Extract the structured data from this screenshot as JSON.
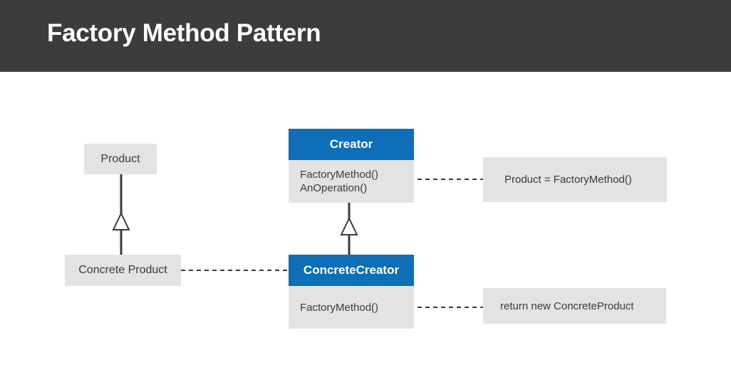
{
  "title": "Factory Method Pattern",
  "product": {
    "label": "Product"
  },
  "concrete_product": {
    "label": "Concrete Product"
  },
  "creator": {
    "name": "Creator",
    "operations": [
      "FactoryMethod()",
      "AnOperation()"
    ]
  },
  "concrete_creator": {
    "name": "ConcreteCreator",
    "operations": [
      "FactoryMethod()"
    ]
  },
  "notes": {
    "creator_note": "Product = FactoryMethod()",
    "concrete_creator_note": "return new ConcreteProduct"
  },
  "colors": {
    "header_bg": "#3b3c3e",
    "class_header": "#0e6fb8",
    "box_bg": "#e3e3e3",
    "line": "#3a3a3a"
  }
}
